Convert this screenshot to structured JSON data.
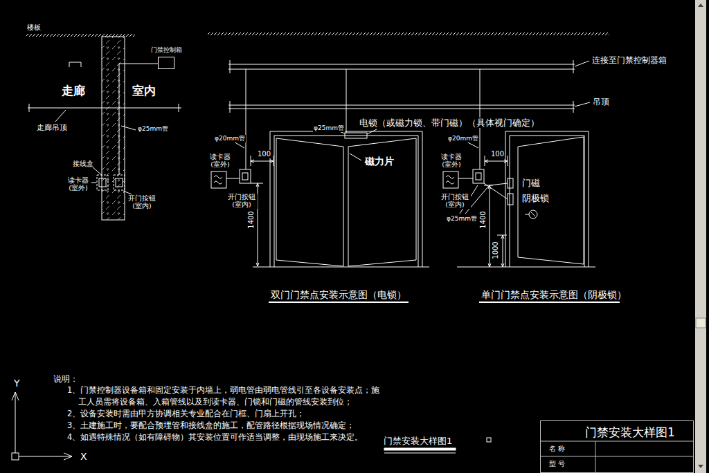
{
  "diagram": {
    "caption": "门禁安装大样图1",
    "nodes": [
      {
        "text": [
          "门禁控制箱"
        ]
      },
      {
        "text": [
          "门禁安装大样图1",
          "名 称",
          "型 号"
        ]
      }
    ],
    "labels": [
      "楼板",
      "走廊",
      "室内",
      "走廊吊顶",
      "φ25mm管",
      "接线盒",
      "读卡器 (室外)",
      "开门按钮 (室内)",
      "连接至门禁控制器箱",
      "吊顶",
      "φ25mm管",
      "电锁（或磁力锁、带门磁）（具体视门确定）",
      "φ20mm管",
      "读卡器 (室外)",
      "100",
      "磁力片",
      "开门按钮 (室内)",
      "1400",
      "双门门禁点安装示意图（电锁）",
      "φ20mm管",
      "读卡器 (室外)",
      "100",
      "门磁",
      "阴极锁",
      "开门按钮 (室内)",
      "φ25mm管",
      "1400",
      "1000",
      "单门门禁点安装示意图（阴极锁）",
      "说明：",
      "1、门禁控制器设备箱和固定安装于内墙上，弱电管由弱电管线引至各设备安装点；施工人员需将设备箱、入箱管线以及到读卡器、门锁和门磁的管线安装到位；",
      "2、设备安装时需由甲方协调相关专业配合在门框、门扇上开孔；",
      "3、土建施工时，要配合预埋管和接线盒的施工，配管路径根据现场情况确定；",
      "4、如遇特殊情况（如有障碍物）其安装位置可作适当调整，由现场施工来决定。",
      "Y",
      "X"
    ]
  }
}
